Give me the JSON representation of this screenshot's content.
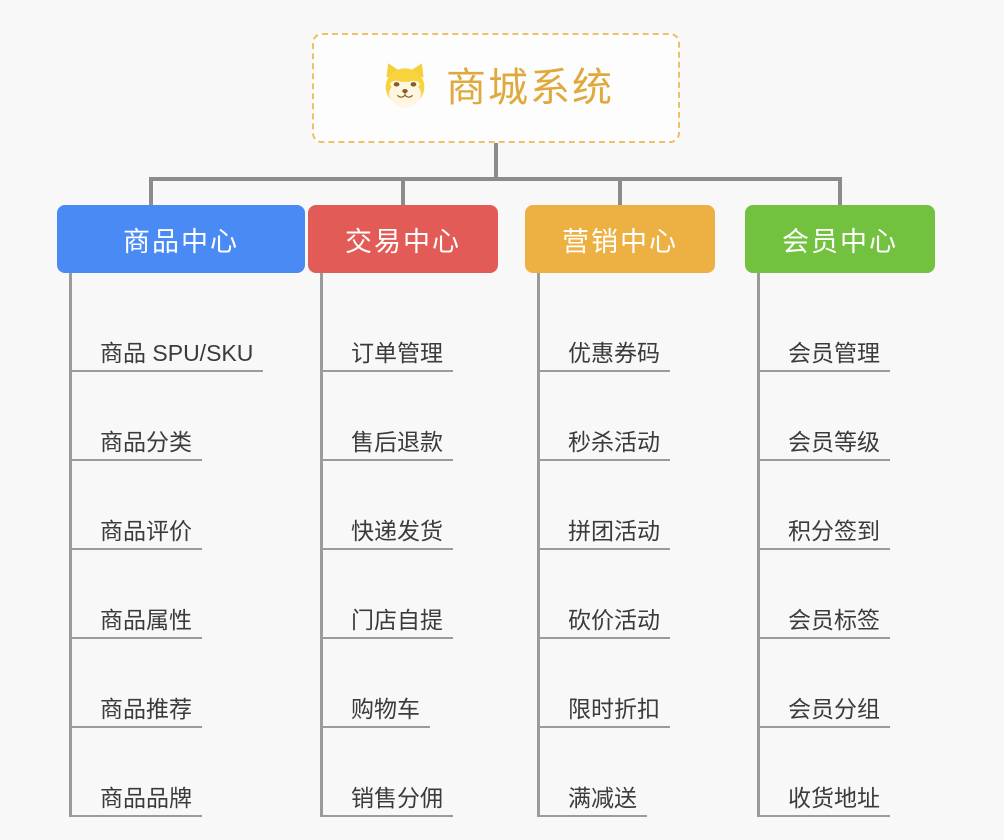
{
  "page": {
    "background_color": "#f8f8f8",
    "diagram_type": "mind-map / org-chart"
  },
  "root": {
    "title": "商城系统",
    "icon": "shiba-dog-face-icon",
    "text_color": "#e0a93d",
    "border_color": "#edc06a",
    "background_color": "#fdfdfd"
  },
  "connector": {
    "color": "#8c8c8c"
  },
  "branches": [
    {
      "label": "商品中心",
      "color": "#4a8af4",
      "items": [
        "商品 SPU/SKU",
        "商品分类",
        "商品评价",
        "商品属性",
        "商品推荐",
        "商品品牌"
      ]
    },
    {
      "label": "交易中心",
      "color": "#e25b57",
      "items": [
        "订单管理",
        "售后退款",
        "快递发货",
        "门店自提",
        "购物车",
        "销售分佣"
      ]
    },
    {
      "label": "营销中心",
      "color": "#edb042",
      "items": [
        "优惠券码",
        "秒杀活动",
        "拼团活动",
        "砍价活动",
        "限时折扣",
        "满减送"
      ]
    },
    {
      "label": "会员中心",
      "color": "#72c240",
      "items": [
        "会员管理",
        "会员等级",
        "积分签到",
        "会员标签",
        "会员分组",
        "收货地址"
      ]
    }
  ]
}
